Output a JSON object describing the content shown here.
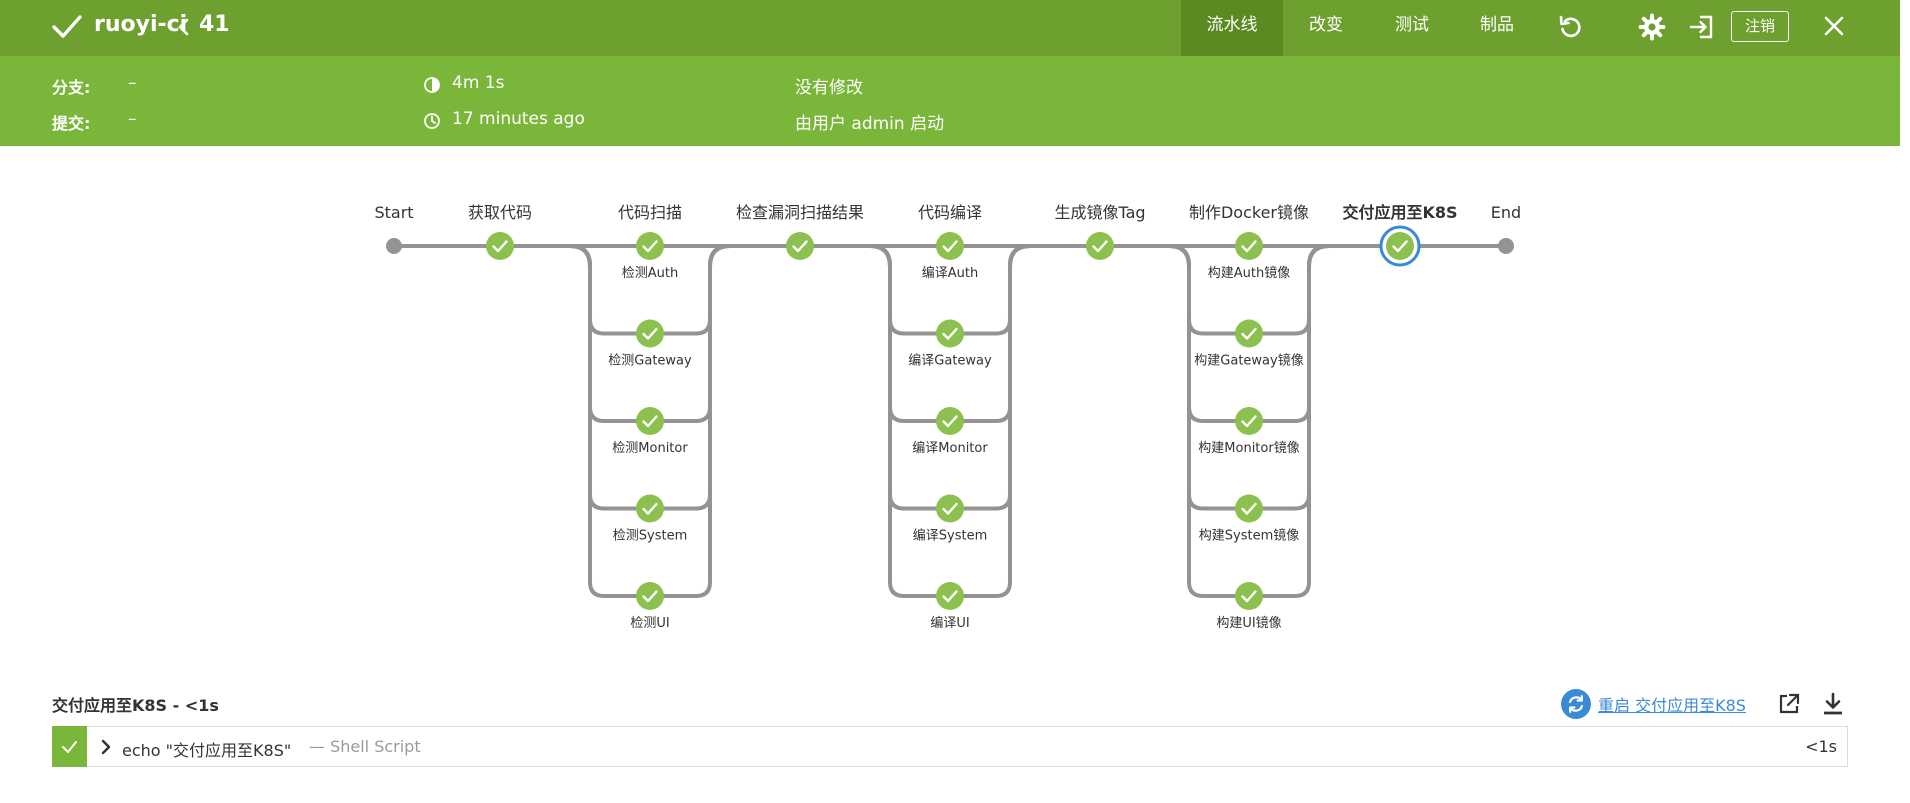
{
  "header": {
    "title": "ruoyi-ci",
    "run_number": "41",
    "tabs": [
      "流水线",
      "改变",
      "测试",
      "制品"
    ],
    "active_tab": "流水线",
    "logout_label": "注销",
    "icons": [
      "check-icon",
      "back-icon",
      "replay-icon",
      "gear-icon",
      "exit-icon",
      "close-icon"
    ]
  },
  "summary": {
    "branch_label": "分支:",
    "branch_value": "–",
    "commit_label": "提交:",
    "commit_value": "–",
    "duration": "4m 1s",
    "time_ago": "17 minutes ago",
    "changes": "没有修改",
    "started_by": "由用户 admin 启动"
  },
  "pipeline": {
    "stages": [
      {
        "name": "Start",
        "kind": "start"
      },
      {
        "name": "获取代码",
        "kind": "stage"
      },
      {
        "name": "代码扫描",
        "kind": "parallel",
        "branches": [
          "检测Auth",
          "检测Gateway",
          "检测Monitor",
          "检测System",
          "检测UI"
        ]
      },
      {
        "name": "检查漏洞扫描结果",
        "kind": "stage"
      },
      {
        "name": "代码编译",
        "kind": "parallel",
        "branches": [
          "编译Auth",
          "编译Gateway",
          "编译Monitor",
          "编译System",
          "编译UI"
        ]
      },
      {
        "name": "生成镜像Tag",
        "kind": "stage"
      },
      {
        "name": "制作Docker镜像",
        "kind": "parallel",
        "branches": [
          "构建Auth镜像",
          "构建Gateway镜像",
          "构建Monitor镜像",
          "构建System镜像",
          "构建UI镜像"
        ]
      },
      {
        "name": "交付应用至K8S",
        "kind": "stage",
        "selected": true
      },
      {
        "name": "End",
        "kind": "end"
      }
    ],
    "status": "success"
  },
  "step": {
    "title": "交付应用至K8S - <1s",
    "restart_label": "重启 交付应用至K8S",
    "log": {
      "command": "echo \"交付应用至K8S\"",
      "kind": "— Shell Script",
      "duration": "<1s"
    }
  },
  "colors": {
    "header": "#6ea030",
    "summary": "#7ab63a",
    "success": "#8cc04f",
    "track": "#949393",
    "link": "#3b8ad6"
  }
}
